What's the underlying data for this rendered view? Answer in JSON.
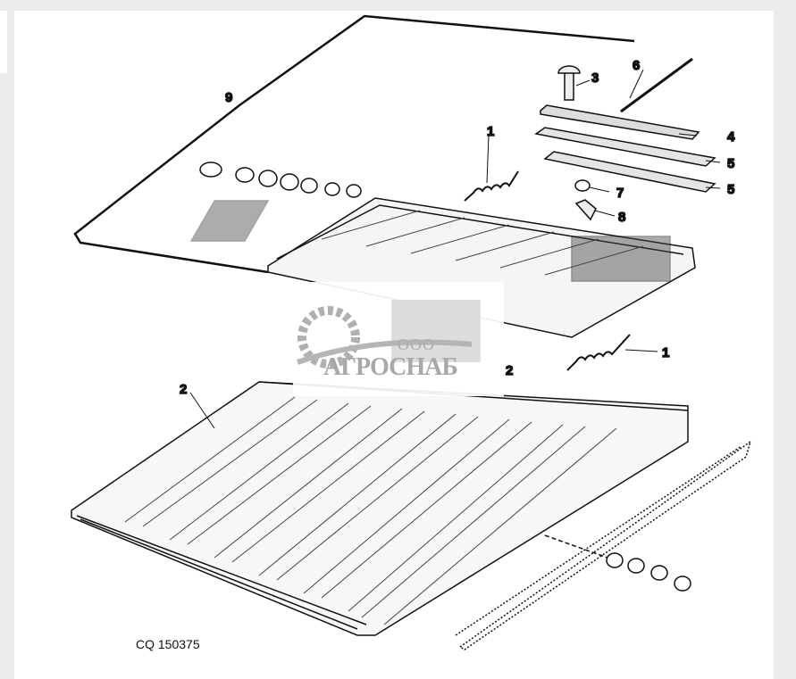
{
  "diagram": {
    "drawing_code": "CQ 150375",
    "callouts": [
      {
        "id": "spring-upper",
        "label": "1"
      },
      {
        "id": "spring-lower",
        "label": "1"
      },
      {
        "id": "lower-sieve",
        "label": "2"
      },
      {
        "id": "lower-sieve-right",
        "label": "2"
      },
      {
        "id": "bolt",
        "label": "3"
      },
      {
        "id": "plate",
        "label": "4"
      },
      {
        "id": "strip-a",
        "label": "5"
      },
      {
        "id": "strip-b",
        "label": "5"
      },
      {
        "id": "rod",
        "label": "6"
      },
      {
        "id": "washer",
        "label": "7"
      },
      {
        "id": "wing-nut",
        "label": "8"
      },
      {
        "id": "upper-sieve-assembly",
        "label": "9"
      }
    ]
  },
  "watermark": {
    "prefix": "ООО",
    "name": "АГРОСНАБ",
    "color": "#a8a8a8"
  },
  "colors": {
    "line": "#111111",
    "background": "#ececec",
    "panel": "#ffffff"
  }
}
